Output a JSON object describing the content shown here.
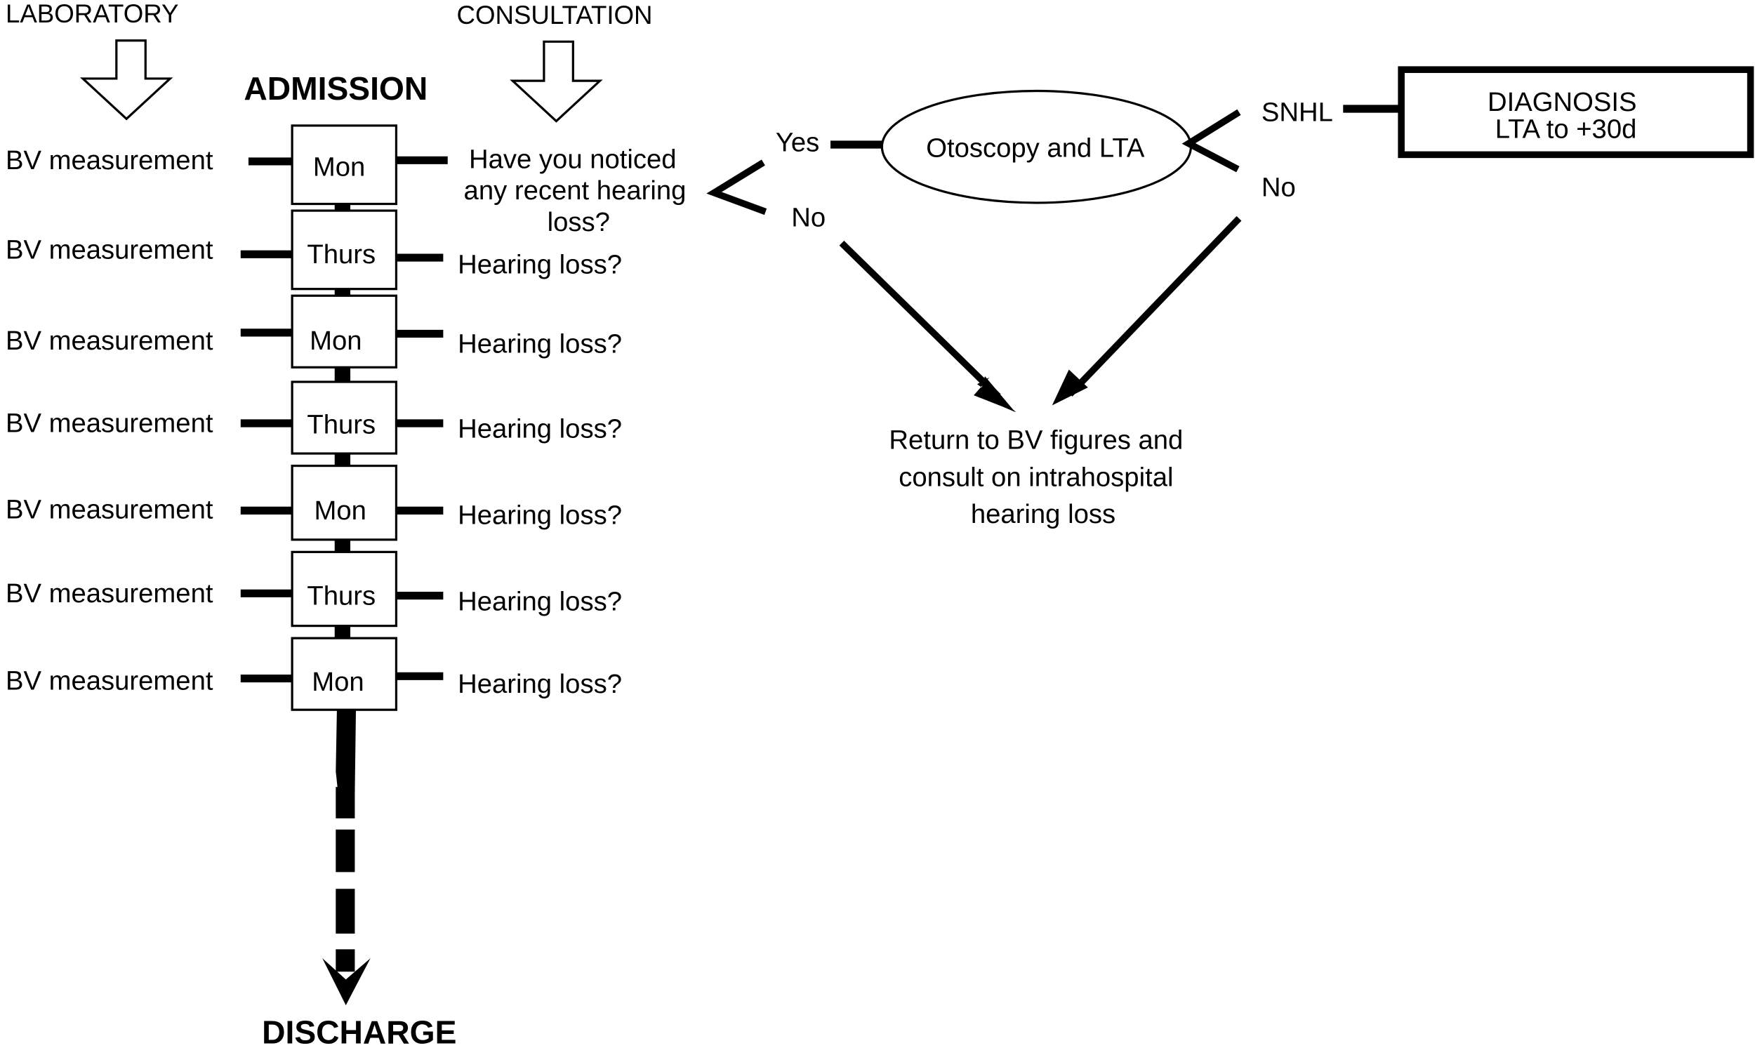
{
  "diagram": {
    "columns": {
      "laboratory": "LABORATORY",
      "consultation": "CONSULTATION"
    },
    "start_label": "ADMISSION",
    "end_label": "DISCHARGE",
    "timeline": [
      {
        "day": "Mon",
        "lab": "BV measurement",
        "consult": [
          "Have you noticed",
          "any recent hearing",
          "loss?"
        ]
      },
      {
        "day": "Thurs",
        "lab": "BV measurement",
        "consult": [
          "Hearing loss?"
        ]
      },
      {
        "day": "Mon",
        "lab": "BV measurement",
        "consult": [
          "Hearing loss?"
        ]
      },
      {
        "day": "Thurs",
        "lab": "BV measurement",
        "consult": [
          "Hearing loss?"
        ]
      },
      {
        "day": "Mon",
        "lab": "BV measurement",
        "consult": [
          "Hearing loss?"
        ]
      },
      {
        "day": "Thurs",
        "lab": "BV measurement",
        "consult": [
          "Hearing loss?"
        ]
      },
      {
        "day": "Mon",
        "lab": "BV measurement",
        "consult": [
          "Hearing loss?"
        ]
      }
    ],
    "first_branch": {
      "yes": "Yes",
      "no": "No"
    },
    "exam": "Otoscopy and LTA",
    "exam_branch": {
      "positive": "SNHL",
      "no": "No"
    },
    "diagnosis": [
      "DIAGNOSIS",
      "LTA to +30d"
    ],
    "return_text": [
      "Return to BV figures and",
      "consult on intrahospital",
      "hearing loss"
    ]
  }
}
